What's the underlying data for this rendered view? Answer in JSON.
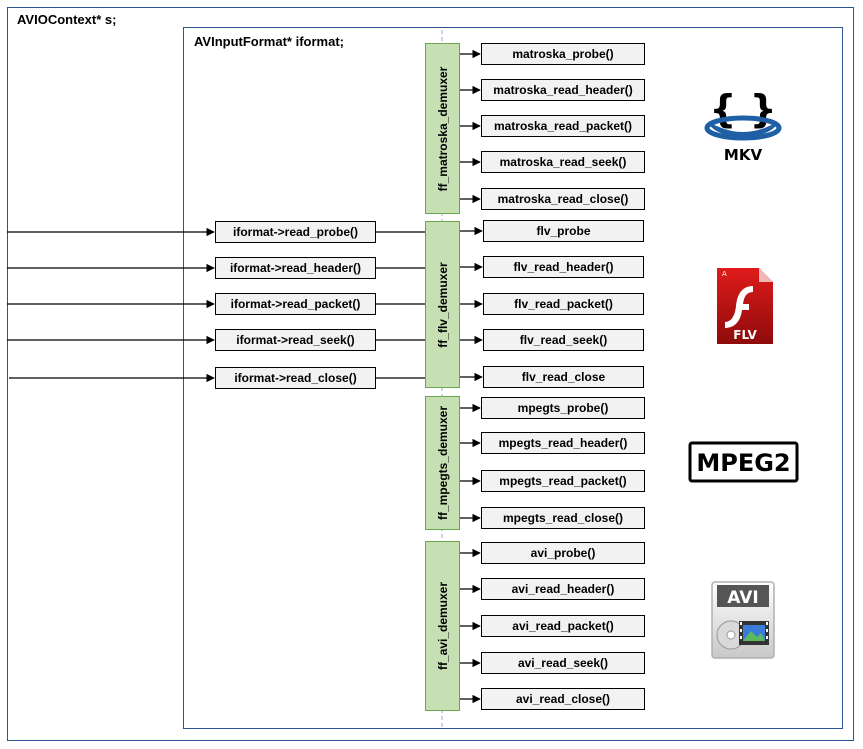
{
  "labels": {
    "avio_context": "AVIOContext* s;",
    "input_format": "AVInputFormat* iformat;"
  },
  "iformat_calls": [
    "iformat->read_probe()",
    "iformat->read_header()",
    "iformat->read_packet()",
    "iformat->read_seek()",
    "iformat->read_close()"
  ],
  "demuxers": [
    {
      "name": "ff_matroska_demuxer",
      "functions": [
        "matroska_probe()",
        "matroska_read_header()",
        "matroska_read_packet()",
        "matroska_read_seek()",
        "matroska_read_close()"
      ],
      "logo": "MKV"
    },
    {
      "name": "ff_flv_demuxer",
      "functions": [
        "flv_probe",
        "flv_read_header()",
        "flv_read_packet()",
        "flv_read_seek()",
        "flv_read_close"
      ],
      "logo": "FLV"
    },
    {
      "name": "ff_mpegts_demuxer",
      "functions": [
        "mpegts_probe()",
        "mpegts_read_header()",
        "mpegts_read_packet()",
        "mpegts_read_close()"
      ],
      "logo": "MPEG2"
    },
    {
      "name": "ff_avi_demuxer",
      "functions": [
        "avi_probe()",
        "avi_read_header()",
        "avi_read_packet()",
        "avi_read_seek()",
        "avi_read_close()"
      ],
      "logo": "AVI"
    }
  ],
  "colors": {
    "frame_border": "#2f5496",
    "demuxer_fill": "#c6e0b4",
    "box_fill": "#f2f2f2",
    "flv_red": "#c00000",
    "mkv_blue": "#1f5fa5"
  }
}
